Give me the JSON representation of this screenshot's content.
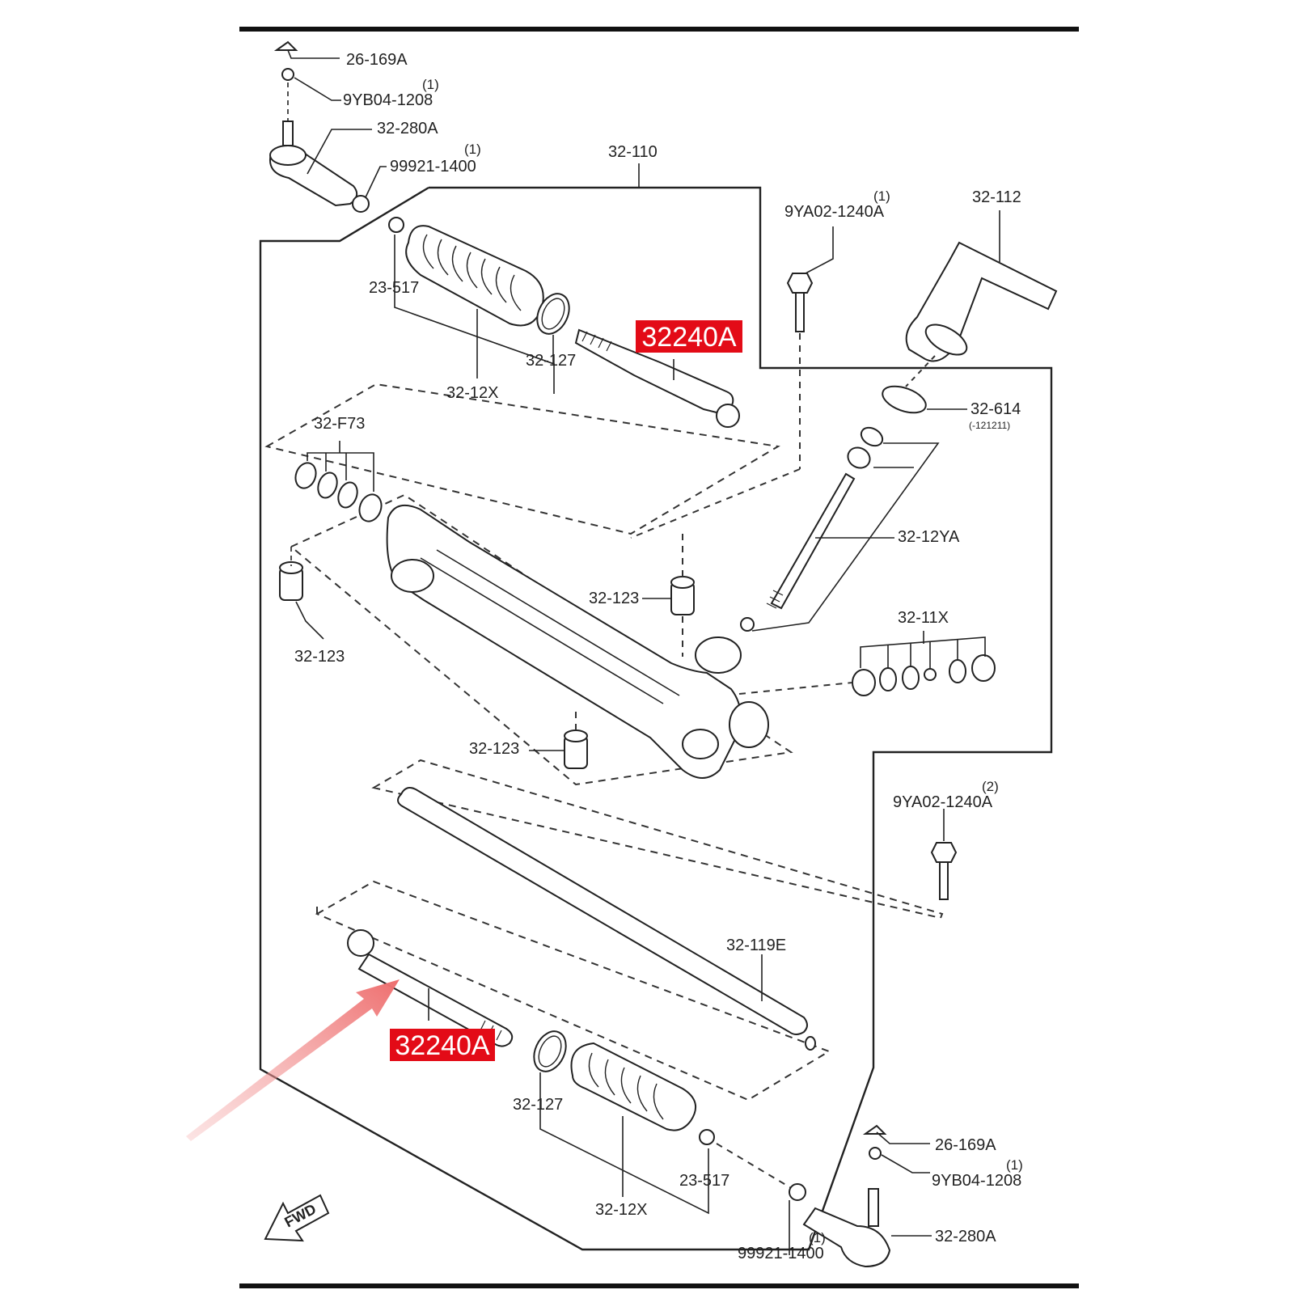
{
  "labels": {
    "boot_clamp_top": "23-517",
    "boot_top": "32-12X",
    "boot_ring_top": "32-127",
    "nut_top": "26-169A",
    "cotter_top": "9YB04-1208",
    "cotter_top_qty": "(1)",
    "tie_rod_end_top": "32-280A",
    "locknut_top": "99921-1400",
    "locknut_top_qty": "(1)",
    "gear_assembly": "32-110",
    "bolt_top": "9YA02-1240A",
    "bolt_top_qty": "(1)",
    "cover_top": "32-112",
    "oring": "32-614",
    "oring_note": "(-121211)",
    "seal_kit_left": "32-F73",
    "pinion": "32-12YA",
    "bushing_mid": "32-123",
    "bushing_left": "32-123",
    "bushing_lower": "32-123",
    "seal_kit_right": "32-11X",
    "bolt_bottom": "9YA02-1240A",
    "bolt_bottom_qty": "(2)",
    "rack": "32-119E",
    "boot_ring_bottom": "32-127",
    "boot_bottom": "32-12X",
    "boot_clamp_bottom": "23-517",
    "nut_bottom": "26-169A",
    "cotter_bottom": "9YB04-1208",
    "cotter_bottom_qty": "(1)",
    "tie_rod_end_bottom": "32-280A",
    "locknut_bottom": "99921-1400",
    "locknut_bottom_qty": "(1)",
    "fwd": "FWD"
  },
  "highlights": {
    "inner_tie_rod_top": "32240A",
    "inner_tie_rod_bottom": "32240A"
  },
  "colors": {
    "highlight_bg": "#e30b17",
    "arrow": "#ee6e6e",
    "line": "#222222"
  }
}
